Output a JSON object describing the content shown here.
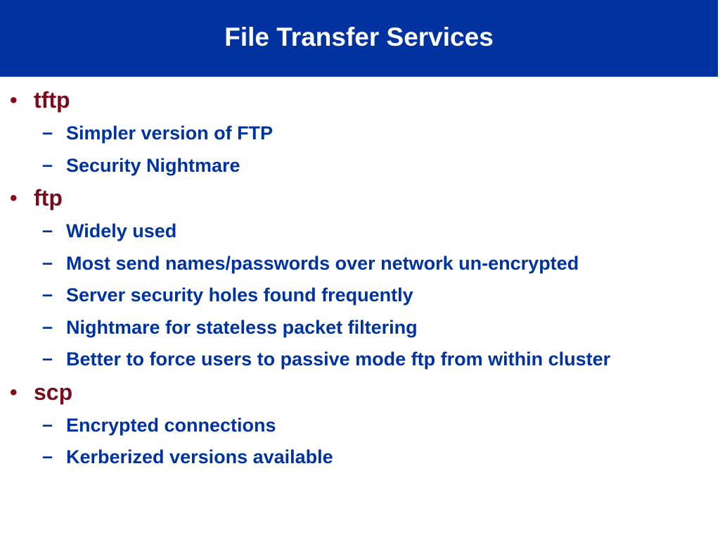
{
  "slide": {
    "title": "File Transfer Services",
    "bullet_marker": "•",
    "sub_marker": "–",
    "bullets": [
      {
        "label": "tftp",
        "subs": [
          "Simpler version of FTP",
          "Security Nightmare"
        ]
      },
      {
        "label": "ftp",
        "subs": [
          "Widely used",
          "Most send names/passwords over network un-encrypted",
          "Server security holes found frequently",
          "Nightmare for stateless packet filtering",
          "Better to force users to passive mode ftp from within cluster"
        ]
      },
      {
        "label": "scp",
        "subs": [
          "Encrypted connections",
          "Kerberized versions available"
        ]
      }
    ]
  },
  "colors": {
    "title_bar": "#0033a0",
    "title_text": "#ffffff",
    "level1_text": "#7a0c1c",
    "level2_text": "#0033a0"
  }
}
